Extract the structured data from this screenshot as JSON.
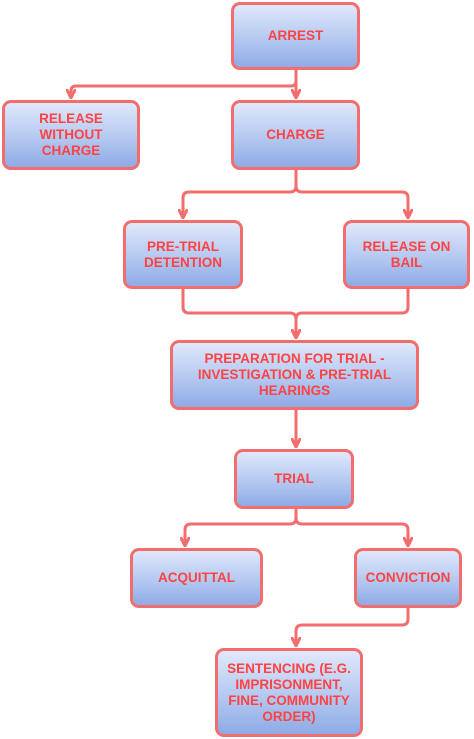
{
  "diagram": {
    "type": "flowchart",
    "colors": {
      "border": "#f26d6d",
      "text": "#ff4242",
      "fill_top": "#e0e8fb",
      "fill_bottom": "#8fabe6",
      "connector": "#f26d6d"
    },
    "nodes": {
      "arrest": "ARREST",
      "release_without_charge": "RELEASE WITHOUT CHARGE",
      "charge": "CHARGE",
      "pre_trial_detention": "PRE-TRIAL DETENTION",
      "release_on_bail": "RELEASE ON BAIL",
      "preparation_for_trial": "PREPARATION FOR TRIAL - INVESTIGATION & PRE-TRIAL HEARINGS",
      "trial": "TRIAL",
      "acquittal": "ACQUITTAL",
      "conviction": "CONVICTION",
      "sentencing": "SENTENCING (E.G. IMPRISONMENT, FINE, COMMUNITY ORDER)"
    },
    "edges": [
      {
        "from": "arrest",
        "to": "release_without_charge"
      },
      {
        "from": "arrest",
        "to": "charge"
      },
      {
        "from": "charge",
        "to": "pre_trial_detention"
      },
      {
        "from": "charge",
        "to": "release_on_bail"
      },
      {
        "from": "pre_trial_detention",
        "to": "preparation_for_trial"
      },
      {
        "from": "release_on_bail",
        "to": "preparation_for_trial"
      },
      {
        "from": "preparation_for_trial",
        "to": "trial"
      },
      {
        "from": "trial",
        "to": "acquittal"
      },
      {
        "from": "trial",
        "to": "conviction"
      },
      {
        "from": "conviction",
        "to": "sentencing"
      }
    ]
  }
}
